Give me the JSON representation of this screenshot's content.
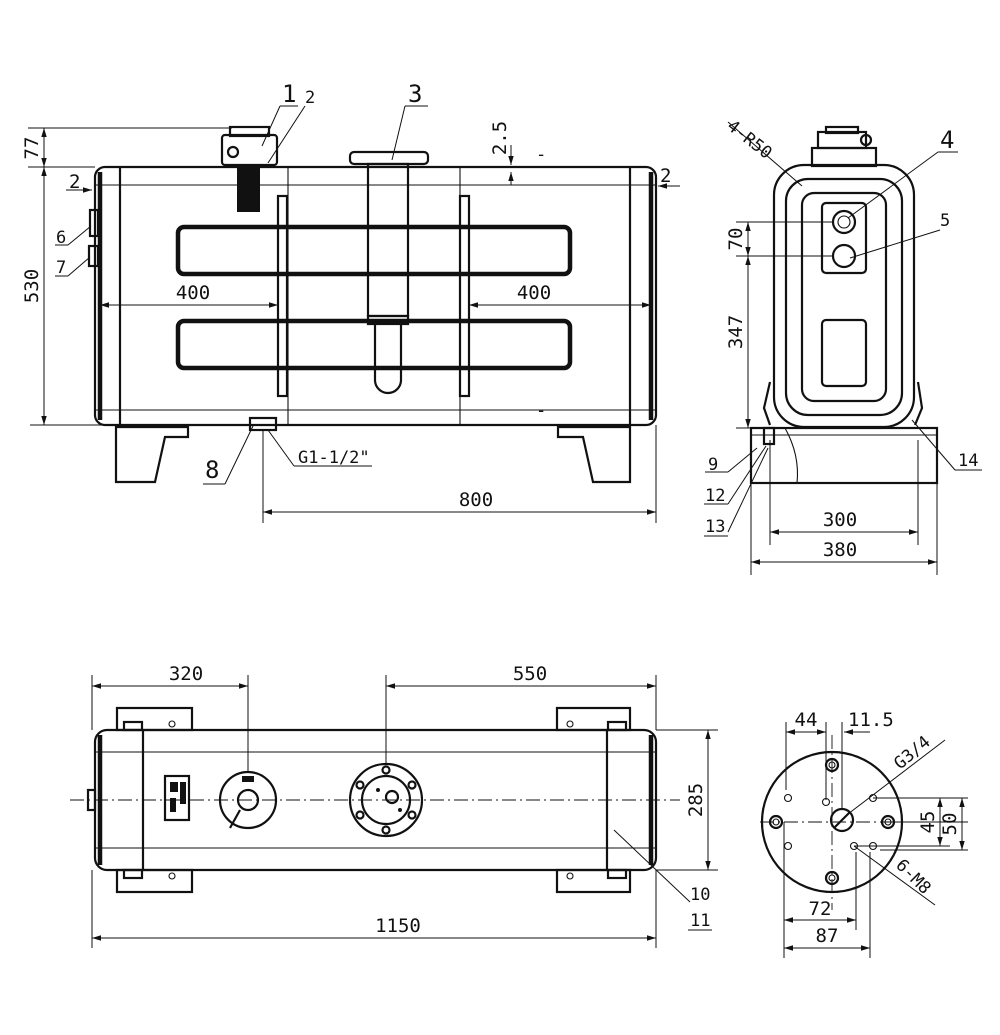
{
  "front_view": {
    "dims": {
      "height_cap": "77",
      "wall_top": "2.5",
      "wall_left": "2",
      "wall_right": "2",
      "height": "530",
      "baffle_left": "400",
      "baffle_right": "400",
      "outlet_to_end": "800",
      "outlet_thread": "G1-1/2\""
    },
    "callouts": [
      "1",
      "2",
      "3",
      "6",
      "7",
      "8"
    ]
  },
  "side_view": {
    "dims": {
      "corner_radius": "4-R50",
      "gauge_spacing": "70",
      "gauge_height": "347",
      "foot_spacing": "300",
      "foot_width": "380"
    },
    "callouts": [
      "4",
      "5",
      "9",
      "12",
      "13",
      "14"
    ]
  },
  "top_view": {
    "dims": {
      "cap_offset": "320",
      "flange_offset": "550",
      "width": "285",
      "length": "1150"
    },
    "callouts": [
      "10",
      "11"
    ]
  },
  "flange_view": {
    "dims": {
      "bolt_x": "44",
      "port_x": "11.5",
      "port_thread": "G3/4",
      "bolt_y1": "45",
      "bolt_y2": "50",
      "bolts": "6-M8",
      "pcd_small": "72",
      "pcd_large": "87"
    }
  }
}
